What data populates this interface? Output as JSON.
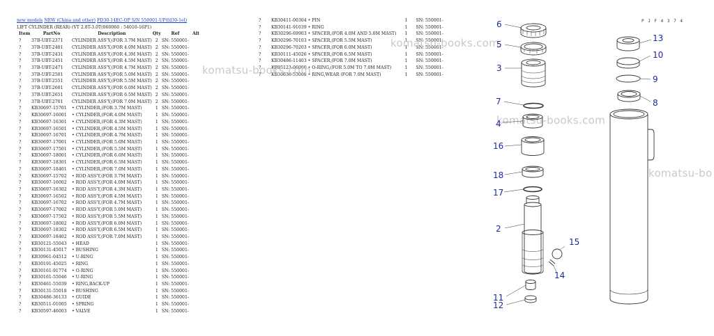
{
  "breadcrumb": {
    "link1": "new models",
    "link2": "NEW (China and other)",
    "link3": "FD30-14EC-OP S/N 550001-UP(fd30-1el)"
  },
  "subtitle": "LIFT CYLINDER (REAR) (VT 2.8T-3.0T(060060 : 54010-16P1)",
  "headers": {
    "item": "Item",
    "part": "PartNo",
    "desc": "Description",
    "qty": "Qty",
    "ref": "Ref",
    "alt": "Alt"
  },
  "rows_left": [
    {
      "item": "?",
      "part": "37B-UBT-2371",
      "desc": "CYLINDER ASS'Y,(FOR 3.7M MAST)",
      "qty": "2",
      "ref": "SN: 550001-"
    },
    {
      "item": "?",
      "part": "37B-UBT-2401",
      "desc": "CYLINDER ASS'Y,(FOR 4.0M MAST)",
      "qty": "2",
      "ref": "SN: 550001-"
    },
    {
      "item": "?",
      "part": "37B-UBT-2431",
      "desc": "CYLINDER ASS'Y,(FOR 4.3M MAST)",
      "qty": "2",
      "ref": "SN: 550001-"
    },
    {
      "item": "?",
      "part": "37B-UBT-2451",
      "desc": "CYLINDER ASS'Y,(FOR 4.5M MAST)",
      "qty": "2",
      "ref": "SN: 550001-"
    },
    {
      "item": "?",
      "part": "37B-UBT-2471",
      "desc": "CYLINDER ASS'Y,(FOR 4.7M MAST)",
      "qty": "2",
      "ref": "SN: 550001-"
    },
    {
      "item": "?",
      "part": "37B-UBT-2501",
      "desc": "CYLINDER ASS'Y,(FOR 5.0M MAST)",
      "qty": "2",
      "ref": "SN: 550001-"
    },
    {
      "item": "?",
      "part": "37B-UBT-2551",
      "desc": "CYLINDER ASS'Y,(FOR 5.5M MAST)",
      "qty": "2",
      "ref": "SN: 550001-"
    },
    {
      "item": "?",
      "part": "37B-UBT-2601",
      "desc": "CYLINDER ASS'Y,(FOR 6.0M MAST)",
      "qty": "2",
      "ref": "SN: 550001-"
    },
    {
      "item": "?",
      "part": "37B-UBT-2651",
      "desc": "CYLINDER ASS'Y,(FOR 6.5M MAST)",
      "qty": "2",
      "ref": "SN: 550001-"
    },
    {
      "item": "?",
      "part": "37B-UBT-2701",
      "desc": "CYLINDER ASS'Y,(FOR 7.0M MAST)",
      "qty": "2",
      "ref": "SN: 550001-"
    },
    {
      "item": "?",
      "part": "KB30697-15701",
      "desc": "• CYLINDER,(FOR 3.7M MAST)",
      "qty": "1",
      "ref": "SN: 550001-"
    },
    {
      "item": "?",
      "part": "KB30697-16001",
      "desc": "• CYLINDER,(FOR 4.0M MAST)",
      "qty": "1",
      "ref": "SN: 550001-"
    },
    {
      "item": "?",
      "part": "KB30697-16301",
      "desc": "• CYLINDER,(FOR 4.3M MAST)",
      "qty": "1",
      "ref": "SN: 550001-"
    },
    {
      "item": "?",
      "part": "KB30697-16501",
      "desc": "• CYLINDER,(FOR 4.5M MAST)",
      "qty": "1",
      "ref": "SN: 550001-"
    },
    {
      "item": "?",
      "part": "KB30697-16701",
      "desc": "• CYLINDER,(FOR 4.7M MAST)",
      "qty": "1",
      "ref": "SN: 550001-"
    },
    {
      "item": "?",
      "part": "KB30697-17001",
      "desc": "• CYLINDER,(FOR 5.0M MAST)",
      "qty": "1",
      "ref": "SN: 550001-"
    },
    {
      "item": "?",
      "part": "KB30697-17501",
      "desc": "• CYLINDER,(FOR 5.5M MAST)",
      "qty": "1",
      "ref": "SN: 550001-"
    },
    {
      "item": "?",
      "part": "KB30697-18001",
      "desc": "• CYLINDER,(FOR 6.0M MAST)",
      "qty": "1",
      "ref": "SN: 550001-"
    },
    {
      "item": "?",
      "part": "KB30697-18301",
      "desc": "• CYLINDER,(FOR 6.5M MAST)",
      "qty": "1",
      "ref": "SN: 550001-"
    },
    {
      "item": "?",
      "part": "KB30697-18401",
      "desc": "• CYLINDER,(FOR 7.0M MAST)",
      "qty": "1",
      "ref": "SN: 550001-"
    },
    {
      "item": "?",
      "part": "KB30697-15702",
      "desc": "• ROD ASS'Y,(FOR 3.7M MAST)",
      "qty": "1",
      "ref": "SN: 550001-"
    },
    {
      "item": "?",
      "part": "KB30697-16002",
      "desc": "• ROD ASS'Y,(FOR 4.0M MAST)",
      "qty": "1",
      "ref": "SN: 550001-"
    },
    {
      "item": "?",
      "part": "KB30697-16302",
      "desc": "• ROD ASS'Y,(FOR 4.3M MAST)",
      "qty": "1",
      "ref": "SN: 550001-"
    },
    {
      "item": "?",
      "part": "KB30697-16502",
      "desc": "• ROD ASS'Y,(FOR 4.5M MAST)",
      "qty": "1",
      "ref": "SN: 550001-"
    },
    {
      "item": "?",
      "part": "KB30697-16702",
      "desc": "• ROD ASS'Y,(FOR 4.7M MAST)",
      "qty": "1",
      "ref": "SN: 550001-"
    },
    {
      "item": "?",
      "part": "KB30697-17002",
      "desc": "• ROD ASS'Y,(FOR 5.0M MAST)",
      "qty": "1",
      "ref": "SN: 550001-"
    },
    {
      "item": "?",
      "part": "KB30697-17502",
      "desc": "• ROD ASS'Y,(FOR 5.5M MAST)",
      "qty": "1",
      "ref": "SN: 550001-"
    },
    {
      "item": "?",
      "part": "KB30697-18002",
      "desc": "• ROD ASS'Y,(FOR 6.0M MAST)",
      "qty": "1",
      "ref": "SN: 550001-"
    },
    {
      "item": "?",
      "part": "KB30697-18302",
      "desc": "• ROD ASS'Y,(FOR 6.5M MAST)",
      "qty": "1",
      "ref": "SN: 550001-"
    },
    {
      "item": "?",
      "part": "KB30697-18402",
      "desc": "• ROD ASS'Y,(FOR 7.0M MAST)",
      "qty": "1",
      "ref": "SN: 550001-"
    },
    {
      "item": "?",
      "part": "KB30121-55043",
      "desc": "• HEAD",
      "qty": "1",
      "ref": "SN: 550001-"
    },
    {
      "item": "?",
      "part": "KB30131-45017",
      "desc": "• BUSHING",
      "qty": "1",
      "ref": "SN: 550001-"
    },
    {
      "item": "?",
      "part": "KB30961-04512",
      "desc": "• U-RING",
      "qty": "1",
      "ref": "SN: 550001-"
    },
    {
      "item": "?",
      "part": "KB30191-45025",
      "desc": "• RING",
      "qty": "1",
      "ref": "SN: 550001-"
    },
    {
      "item": "?",
      "part": "KB30161-91774",
      "desc": "• O-RING",
      "qty": "1",
      "ref": "SN: 550001-"
    },
    {
      "item": "?",
      "part": "KB30161-55046",
      "desc": "• U-RING",
      "qty": "1",
      "ref": "SN: 550001-"
    },
    {
      "item": "?",
      "part": "KB30461-55039",
      "desc": "• RING,BACK-UP",
      "qty": "1",
      "ref": "SN: 550001-"
    },
    {
      "item": "?",
      "part": "KB30131-55018",
      "desc": "• BUSHING",
      "qty": "1",
      "ref": "SN: 550001-"
    },
    {
      "item": "?",
      "part": "KB30486-36133",
      "desc": "• GUIDE",
      "qty": "1",
      "ref": "SN: 550001-"
    },
    {
      "item": "?",
      "part": "KB30511-01005",
      "desc": "• SPRING",
      "qty": "1",
      "ref": "SN: 550001-"
    },
    {
      "item": "?",
      "part": "KB30597-46003",
      "desc": "• VALVE",
      "qty": "1",
      "ref": "SN: 550001-"
    }
  ],
  "rows_mid": [
    {
      "item": "?",
      "part": "KB30411-00304 • PIN",
      "qty": "1",
      "ref": "SN: 550001-"
    },
    {
      "item": "?",
      "part": "KB30141-91039 • RING",
      "qty": "1",
      "ref": "SN: 550001-"
    },
    {
      "item": "?",
      "part": "KB30296-69903 • SPACER,(FOR 4.0M AND 5.0M MAST)",
      "qty": "1",
      "ref": "SN: 550001-"
    },
    {
      "item": "?",
      "part": "KB30296-70103 • SPACER,(FOR 5.5M MAST)",
      "qty": "1",
      "ref": "SN: 550001-"
    },
    {
      "item": "?",
      "part": "KB30296-70203 • SPACER,(FOR 6.0M MAST)",
      "qty": "1",
      "ref": "SN: 550001-"
    },
    {
      "item": "?",
      "part": "KB30111-45026 • SPACER,(FOR 6.5M MAST)",
      "qty": "1",
      "ref": "SN: 550001-"
    },
    {
      "item": "?",
      "part": "KB30486-11403 • SPACER,(FOR 7.0M MAST)",
      "qty": "1",
      "ref": "SN: 550001-"
    },
    {
      "item": "?",
      "part": "KB95123-06000 • O-RING,(FOR 5.0M TO 7.0M MAST)",
      "qty": "1",
      "ref": "SN: 550001-"
    },
    {
      "item": "?",
      "part": "KB30636-55008 • RING,WEAR (FOR 7.0M MAST)",
      "qty": "1",
      "ref": "SN: 550001-"
    }
  ],
  "watermarks": [
    "komatsu-books.com",
    "komatsu-books.com",
    "komatsu-books.com",
    "komatsu-bo"
  ],
  "diagram": {
    "code": "P J F 4 3 7 4",
    "labels": [
      "6",
      "5",
      "3",
      "7",
      "4",
      "16",
      "18",
      "17",
      "2",
      "15",
      "14",
      "11",
      "12",
      "13",
      "10",
      "9",
      "8"
    ]
  }
}
